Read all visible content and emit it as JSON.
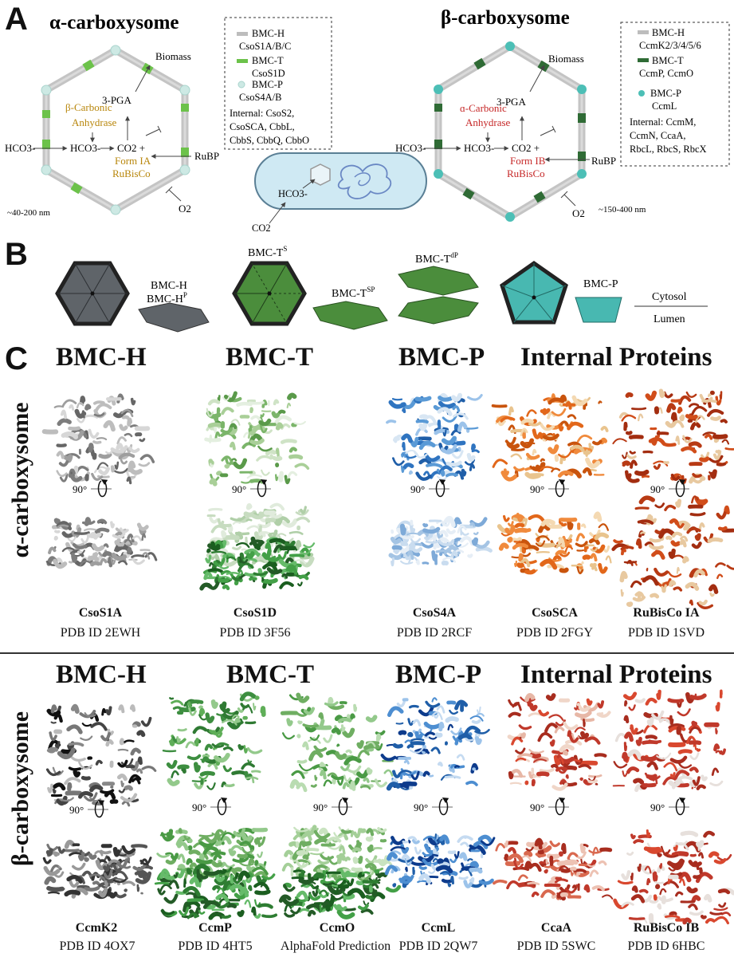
{
  "panel_a": {
    "letter": "A",
    "alpha": {
      "title": "α-carboxysome",
      "biomass": "Biomass",
      "pga": "3-PGA",
      "enzyme_line1": "β-Carbonic",
      "enzyme_line2": "Anhydrase",
      "hco3_out": "HCO3-",
      "hco3_in": "HCO3-",
      "co2": "CO2 +",
      "rubisco_line1": "Form IA",
      "rubisco_line2": "RuBisCo",
      "rubp": "RuBP",
      "o2": "O2",
      "size": "~40-200 nm",
      "legend": {
        "h_name": "BMC-H",
        "h_genes": "CsoS1A/B/C",
        "t_name": "BMC-T",
        "t_genes": "CsoS1D",
        "p_name": "BMC-P",
        "p_genes": "CsoS4A/B",
        "internal_1": "Internal: CsoS2,",
        "internal_2": "CsoSCA, CbbL,",
        "internal_3": "CbbS, CbbQ, CbbO"
      }
    },
    "beta": {
      "title": "β-carboxysome",
      "biomass": "Biomass",
      "pga": "3-PGA",
      "enzyme_line1": "ɑ-Carbonic",
      "enzyme_line2": "Anhydrase",
      "hco3_out": "HCO3-",
      "hco3_in": "HCO3-",
      "co2": "CO2 +",
      "rubisco_line1": "Form IB",
      "rubisco_line2": "RuBisCo",
      "rubp": "RuBP",
      "o2": "O2",
      "size": "~150-400 nm",
      "legend": {
        "h_name": "BMC-H",
        "h_genes": "CcmK2/3/4/5/6",
        "t_name": "BMC-T",
        "t_genes": "CcmP, CcmO",
        "p_name": "BMC-P",
        "p_genes": "CcmL",
        "internal_1": "Internal: CcmM,",
        "internal_2": "CcmN, CcaA,",
        "internal_3": "RbcL, RbcS, RbcX"
      }
    },
    "cell": {
      "hco3": "HCO3-",
      "co2": "CO2"
    }
  },
  "panel_b": {
    "letter": "B",
    "h_label1": "BMC-H",
    "h_label2": "BMC-H",
    "h_label2_sup": "P",
    "ts_label": "BMC-T",
    "ts_sup": "S",
    "tsp_label": "BMC-T",
    "tsp_sup": "SP",
    "tdp_label": "BMC-T",
    "tdp_sup": "dP",
    "p_label": "BMC-P",
    "cytosol": "Cytosol",
    "lumen": "Lumen"
  },
  "panel_c": {
    "letter": "C",
    "rotation": "90°",
    "alpha_row_label": "α-carboxysome",
    "beta_row_label": "β-carboxysome",
    "alpha_headers": [
      "BMC-H",
      "BMC-T",
      "BMC-P",
      "Internal Proteins"
    ],
    "beta_headers": [
      "BMC-H",
      "BMC-T",
      "BMC-P",
      "Internal Proteins"
    ],
    "alpha_proteins": [
      {
        "name": "CsoS1A",
        "pdb": "PDB ID 2EWH"
      },
      {
        "name": "CsoS1D",
        "pdb": "PDB ID 3F56"
      },
      {
        "name": "CsoS4A",
        "pdb": "PDB ID 2RCF"
      },
      {
        "name": "CsoSCA",
        "pdb": "PDB ID 2FGY"
      },
      {
        "name": "RuBisCo IA",
        "pdb": "PDB ID 1SVD"
      }
    ],
    "beta_proteins": [
      {
        "name": "CcmK2",
        "pdb": "PDB ID 4OX7"
      },
      {
        "name": "CcmP",
        "pdb": "PDB ID 4HT5"
      },
      {
        "name": "CcmO",
        "pdb": "AlphaFold Prediction"
      },
      {
        "name": "CcmL",
        "pdb": "PDB ID 2QW7"
      },
      {
        "name": "CcaA",
        "pdb": "PDB ID 5SWC"
      },
      {
        "name": "RuBisCo IB",
        "pdb": "PDB ID 6HBC"
      }
    ]
  },
  "colors": {
    "shell_grey": "#bdbdbd",
    "bmc_t_alpha": "#6cc24a",
    "bmc_t_beta": "#2f6b35",
    "bmc_p_alpha": "#cde9e4",
    "bmc_p_beta": "#4cbfb6",
    "enzyme_alpha": "#b8860b",
    "enzyme_beta": "#c62828",
    "hex_grey": "#5f6469",
    "hex_green": "#4b8d3c",
    "penta_teal": "#48b8b1",
    "cell_blue": "#cfe9f3"
  }
}
